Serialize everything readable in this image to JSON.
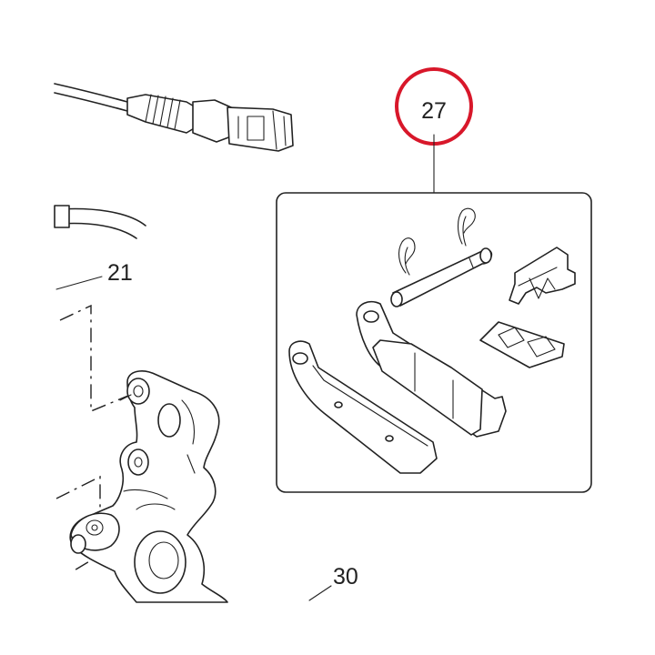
{
  "callouts": {
    "highlighted": "27",
    "c21": "21",
    "c30": "30"
  },
  "colors": {
    "highlight_ring": "#d8172a",
    "line": "#222222",
    "background": "#ffffff"
  }
}
